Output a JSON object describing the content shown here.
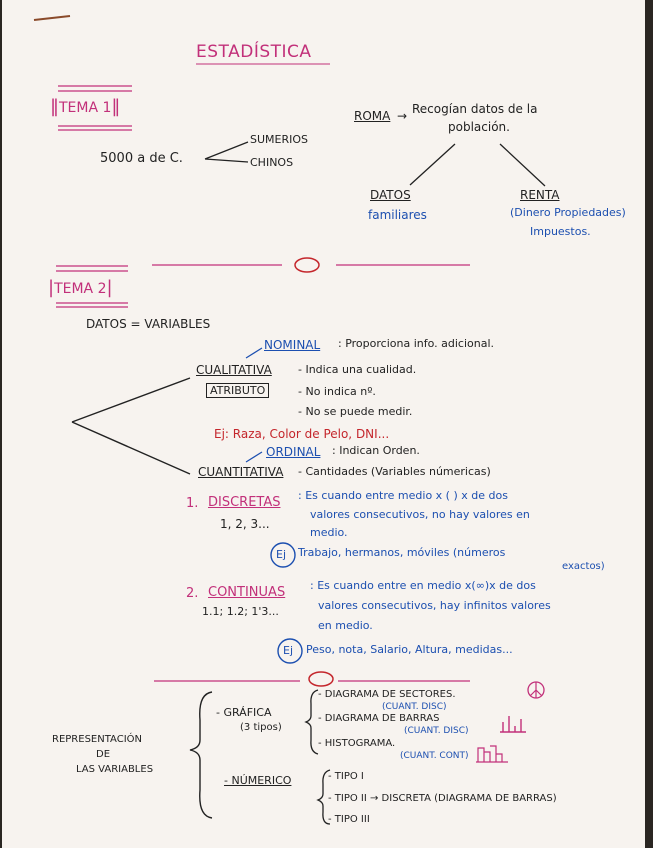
{
  "title": "ESTADÍSTICA",
  "tema1": {
    "label": "TEMA 1",
    "date": "5000 a de C.",
    "branches": [
      "SUMERIOS",
      "CHINOS"
    ],
    "roma_label": "ROMA",
    "roma_arrow": "→",
    "roma_text_1": "Recogían datos de la",
    "roma_text_2": "población.",
    "datos": "DATOS",
    "datos_sub": "familiares",
    "renta": "RENTA",
    "renta_sub_1": "(Dinero Propiedades)",
    "renta_sub_2": "Impuestos."
  },
  "tema2": {
    "label": "TEMA 2",
    "heading": "DATOS = VARIABLES",
    "nominal": "NOMINAL",
    "nominal_text": ": Proporciona info. adicional.",
    "cualitativa": "CUALITATIVA",
    "cualitativa_text": "- Indica una cualidad.",
    "atributo": "ATRIBUTO",
    "no_n": "- No indica nº.",
    "no_medir": "- No se puede medir.",
    "ej1": "Ej: Raza, Color de Pelo, DNI...",
    "ordinal": "ORDINAL",
    "ordinal_text": ": Indican Orden.",
    "cuantitativa": "CUANTITATIVA",
    "cuantitativa_text": "- Cantidades (Variables númericas)",
    "discretas_num": "1.",
    "discretas": "DISCRETAS",
    "discretas_text_1": ": Es cuando entre medio x ( ) x de dos",
    "discretas_text_2": "valores consecutivos, no hay valores en",
    "discretas_text_3": "medio.",
    "discretas_ex": "1, 2, 3...",
    "ej2_badge": "Ej",
    "ej2": "Trabajo, hermanos, móviles (números",
    "ej2_b": "exactos)",
    "continuas_num": "2.",
    "continuas": "CONTINUAS",
    "continuas_text_1": ": Es cuando entre en medio x(∞)x de dos",
    "continuas_text_2": "valores consecutivos, hay infinitos valores",
    "continuas_text_3": "en medio.",
    "continuas_ex": "1.1; 1.2; 1'3...",
    "ej3_badge": "Ej",
    "ej3": "Peso, nota, Salario, Altura, medidas..."
  },
  "representacion": {
    "label_1": "REPRESENTACIÓN",
    "label_2": "DE",
    "label_3": "LAS VARIABLES",
    "grafica": "- GRÁFICA",
    "grafica_sub": "(3 tipos)",
    "g1": "- DIAGRAMA DE SECTORES.",
    "g1_sub": "(CUANT. DISC)",
    "g2": "- DIAGRAMA DE BARRAS",
    "g2_sub": "(CUANT. DISC)",
    "g3": "- HISTOGRAMA.",
    "g3_sub": "(CUANT. CONT)",
    "numerico": "- NÚMERICO",
    "n1": "- TIPO I",
    "n2": "- TIPO II → DISCRETA (DIAGRAMA DE BARRAS)",
    "n3": "- TIPO III"
  }
}
